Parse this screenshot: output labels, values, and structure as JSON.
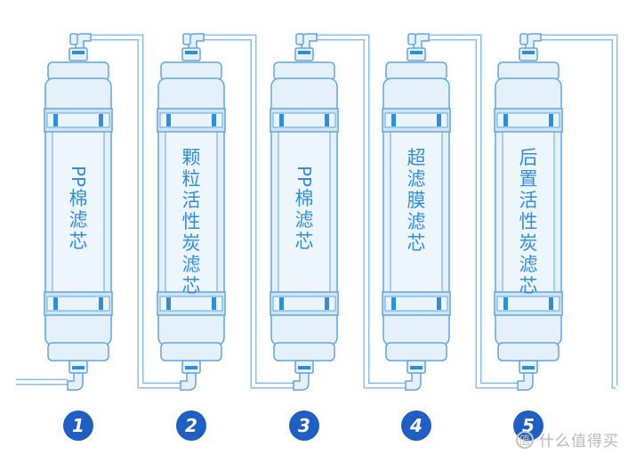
{
  "colors": {
    "outline": "#62a6db",
    "fill": "#e4f1fb",
    "band": "#cfe5f6",
    "accent": "#2d8fdc",
    "pipe": "#8ac0e8",
    "label": "#2f8fdc",
    "badge": "#1f5fc3",
    "badge_text": "#ffffff"
  },
  "filters": [
    {
      "number": "1",
      "label": "PP棉滤芯",
      "rotated": "PP",
      "upright": "棉滤芯"
    },
    {
      "number": "2",
      "label": "颗粒活性炭滤芯",
      "rotated": "",
      "upright": "颗粒活性炭滤芯"
    },
    {
      "number": "3",
      "label": "PP棉滤芯",
      "rotated": "PP",
      "upright": "棉滤芯"
    },
    {
      "number": "4",
      "label": "超滤膜滤芯",
      "rotated": "",
      "upright": "超滤膜滤芯"
    },
    {
      "number": "5",
      "label": "后置活性炭滤芯",
      "rotated": "",
      "upright": "后置活性炭滤芯"
    }
  ],
  "watermark": {
    "text": "什么值得买",
    "icon": "zhi-logo-icon",
    "icon_glyph": "值"
  }
}
